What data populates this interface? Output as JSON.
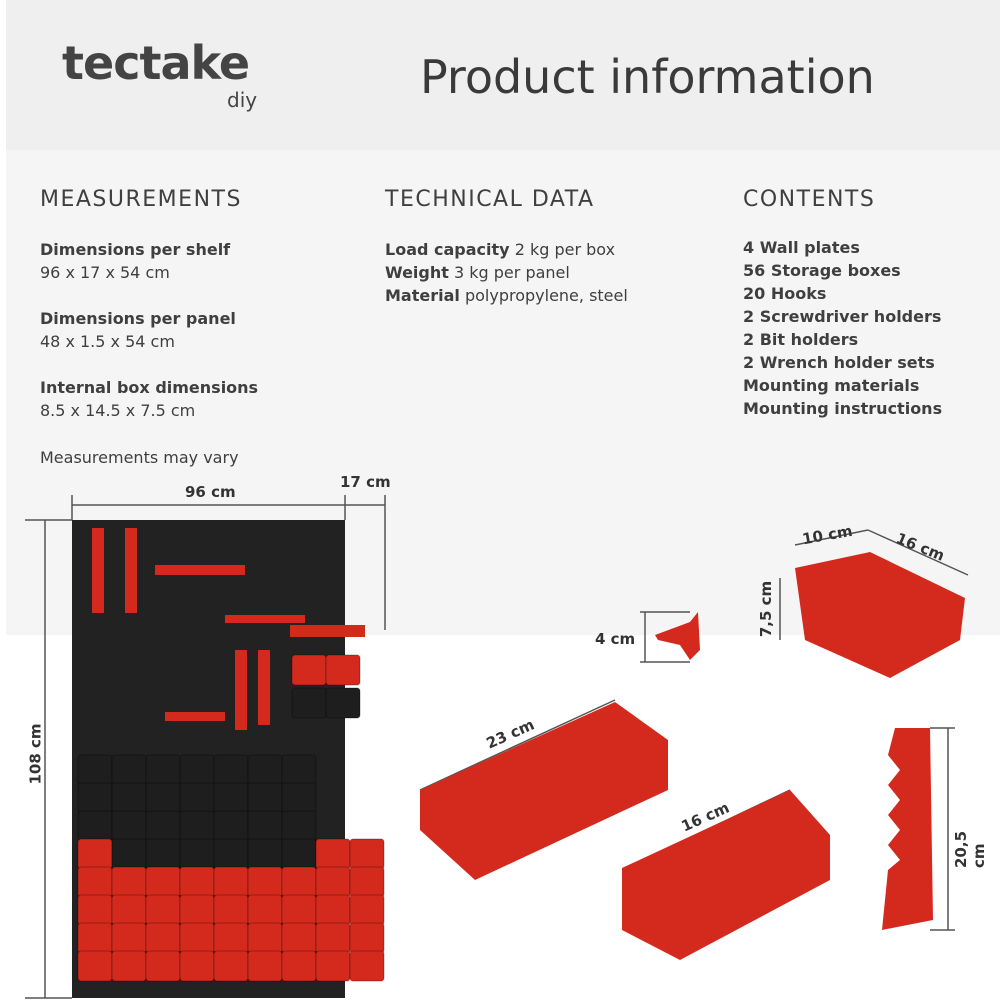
{
  "header": {
    "brand": "tectake",
    "brand_sub": "diy",
    "title": "Product information"
  },
  "measurements": {
    "heading": "MEASUREMENTS",
    "items": [
      {
        "label": "Dimensions per shelf",
        "value": "96 x 17 x 54 cm"
      },
      {
        "label": "Dimensions per panel",
        "value": "48 x 1.5 x 54 cm"
      },
      {
        "label": "Internal box dimensions",
        "value": "8.5 x 14.5 x 7.5 cm"
      }
    ],
    "note": "Measurements may vary"
  },
  "technical": {
    "heading": "TECHNICAL DATA",
    "items": [
      {
        "label": "Load capacity",
        "value": "2 kg per box"
      },
      {
        "label": "Weight",
        "value": "3 kg per panel"
      },
      {
        "label": "Material",
        "value": "polypropylene, steel"
      }
    ]
  },
  "contents": {
    "heading": "CONTENTS",
    "items": [
      "4 Wall plates",
      "56 Storage boxes",
      "20 Hooks",
      "2 Screwdriver holders",
      "2 Bit holders",
      "2 Wrench holder sets",
      "Mounting materials",
      "Mounting instructions"
    ]
  },
  "dimensions": {
    "width": "96 cm",
    "depth": "17 cm",
    "height": "108 cm",
    "hook": "4 cm",
    "box_w": "10 cm",
    "box_d": "16 cm",
    "box_h": "7,5 cm",
    "screwdriver": "23 cm",
    "bit": "16 cm",
    "wrench": "20,5 cm"
  },
  "colors": {
    "red": "#d42a1e",
    "black": "#1e1e1e",
    "text": "#3f3f3f"
  }
}
